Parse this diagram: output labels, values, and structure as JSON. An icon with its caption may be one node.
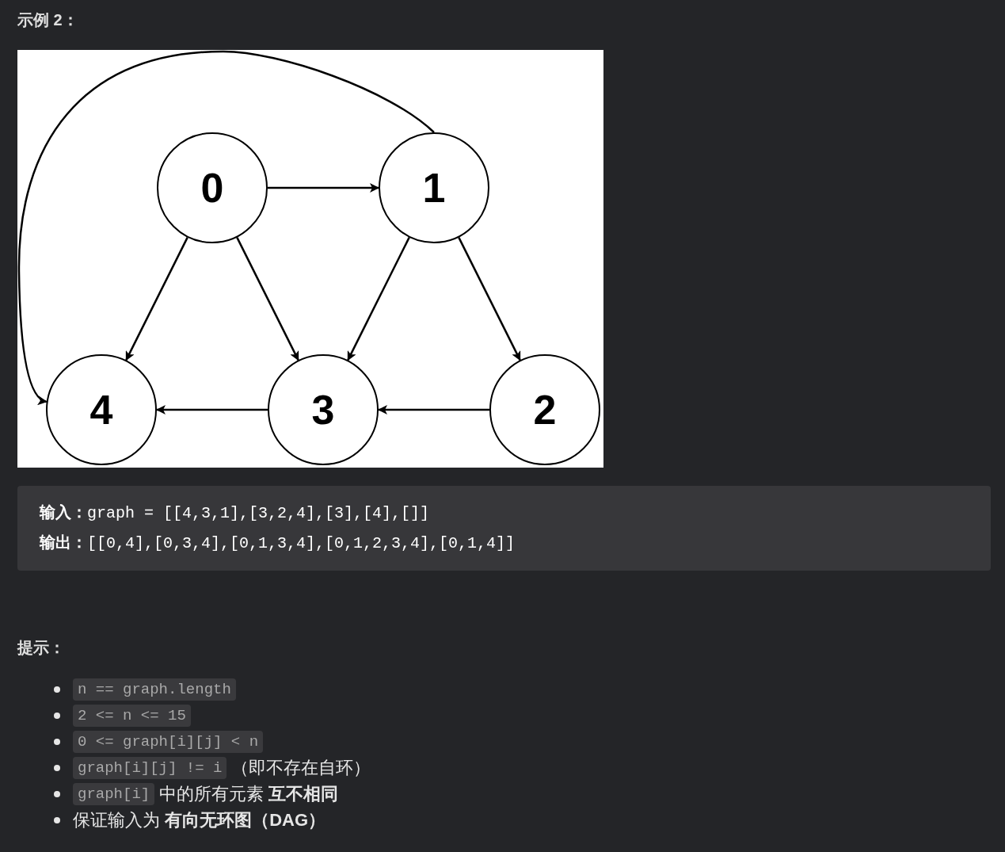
{
  "diagram": {
    "title": "示例 2：",
    "nodes": [
      {
        "text": [
          "0"
        ]
      },
      {
        "text": [
          "1"
        ]
      },
      {
        "text": [
          "4"
        ]
      },
      {
        "text": [
          "3"
        ]
      },
      {
        "text": [
          "2"
        ]
      }
    ],
    "edges": [
      {
        "from": 0,
        "to": 1,
        "arrow": "to"
      },
      {
        "from": 1,
        "to": 2,
        "arrow": "to"
      },
      {
        "from": 0,
        "to": 2,
        "arrow": "to"
      },
      {
        "from": 0,
        "to": 3,
        "arrow": "to"
      },
      {
        "from": 1,
        "to": 3,
        "arrow": "to"
      },
      {
        "from": 1,
        "to": 4,
        "arrow": "to"
      },
      {
        "from": 3,
        "to": 2,
        "arrow": "to"
      },
      {
        "from": 4,
        "to": 3,
        "arrow": "to"
      }
    ],
    "labels": [
      "**输入：**graph = [[4,3,1],[3,2,4],[3],[4],[]]",
      "**输出：**[[0,4],[0,3,4],[0,1,3,4],[0,1,2,3,4],[0,1,4]]",
      "提示：",
      "n == graph.length",
      "2 <= n <= 15",
      "0 <= graph[i][j] < n",
      "graph[i][j] != i",
      "（即不存在自环）",
      "graph[i]",
      "中的所有元素 **互不相同**",
      "保证输入为 **有向无环图（DAG）**"
    ]
  }
}
